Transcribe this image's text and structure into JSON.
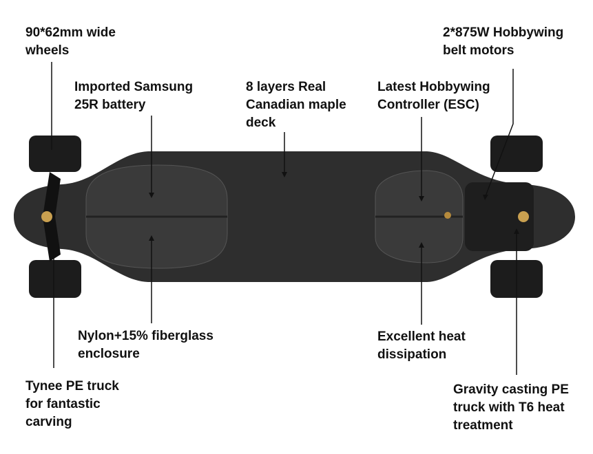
{
  "labels": {
    "wheels": [
      "90*62mm wide",
      "wheels"
    ],
    "motors": [
      "2*875W Hobbywing",
      "belt motors"
    ],
    "battery": [
      "Imported Samsung",
      "25R battery"
    ],
    "deck": [
      "8 layers Real",
      "Canadian maple",
      "deck"
    ],
    "esc": [
      "Latest Hobbywing",
      "Controller (ESC)"
    ],
    "enclosure": [
      "Nylon+15% fiberglass",
      "enclosure"
    ],
    "heat": [
      "Excellent heat",
      "dissipation"
    ],
    "front_truck": [
      "Tynee PE truck",
      "for fantastic",
      "carving"
    ],
    "rear_truck": [
      "Gravity casting PE",
      "truck with T6 heat",
      "treatment"
    ]
  }
}
